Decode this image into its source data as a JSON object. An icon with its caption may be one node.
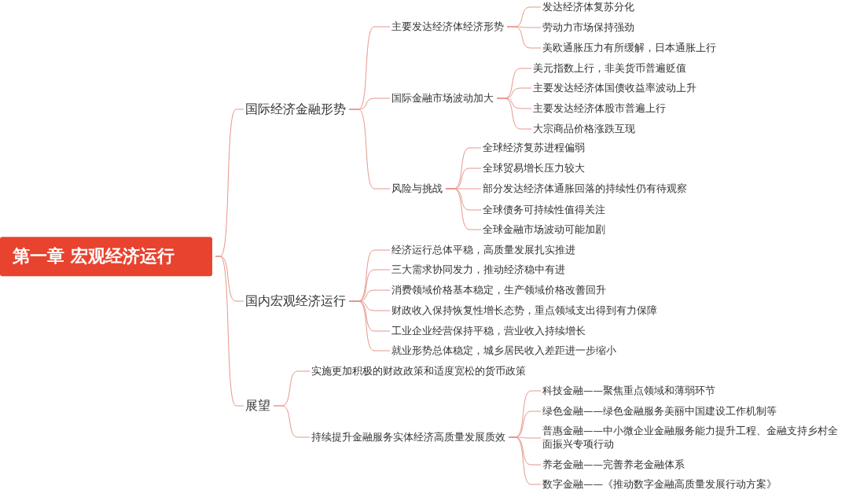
{
  "diagram": {
    "nodes": [
      {
        "text": [
          "第一章 宏观经济运行"
        ]
      },
      {
        "text": [
          "国际经济金融形势"
        ]
      },
      {
        "text": [
          "主要发达经济体经济形势"
        ]
      },
      {
        "text": [
          "发达经济体复苏分化"
        ]
      },
      {
        "text": [
          "劳动力市场保持强劲"
        ]
      },
      {
        "text": [
          "美欧通胀压力有所缓解，日本通胀上行"
        ]
      },
      {
        "text": [
          "国际金融市场波动加大"
        ]
      },
      {
        "text": [
          "美元指数上行，非美货币普遍贬值"
        ]
      },
      {
        "text": [
          "主要发达经济体国债收益率波动上升"
        ]
      },
      {
        "text": [
          "主要发达经济体股市普遍上行"
        ]
      },
      {
        "text": [
          "大宗商品价格涨跌互现"
        ]
      },
      {
        "text": [
          "风险与挑战"
        ]
      },
      {
        "text": [
          "全球经济复苏进程偏弱"
        ]
      },
      {
        "text": [
          "全球贸易增长压力较大"
        ]
      },
      {
        "text": [
          "部分发达经济体通胀回落的持续性仍有待观察"
        ]
      },
      {
        "text": [
          "全球债务可持续性值得关注"
        ]
      },
      {
        "text": [
          "全球金融市场波动可能加剧"
        ]
      },
      {
        "text": [
          "国内宏观经济运行"
        ]
      },
      {
        "text": [
          "经济运行总体平稳，高质量发展扎实推进"
        ]
      },
      {
        "text": [
          "三大需求协同发力，推动经济稳中有进"
        ]
      },
      {
        "text": [
          "消费领域价格基本稳定，生产领域价格改善回升"
        ]
      },
      {
        "text": [
          "财政收入保持恢复性增长态势，重点领域支出得到有力保障"
        ]
      },
      {
        "text": [
          "工业企业经营保持平稳，营业收入持续增长"
        ]
      },
      {
        "text": [
          "就业形势总体稳定，城乡居民收入差距进一步缩小"
        ]
      },
      {
        "text": [
          "展望"
        ]
      },
      {
        "text": [
          "实施更加积极的财政政策和适度宽松的货币政策"
        ]
      },
      {
        "text": [
          "持续提升金融服务实体经济高质量发展质效"
        ]
      },
      {
        "text": [
          "科技金融——聚焦重点领域和薄弱环节"
        ]
      },
      {
        "text": [
          "绿色金融——绿色金融服务美丽中国建设工作机制等"
        ]
      },
      {
        "text": [
          "普惠金融——中小微企业金融服务能力提升工程、金融支持乡村全面振兴专项行动"
        ]
      },
      {
        "text": [
          "养老金融——完善养老金融体系"
        ]
      },
      {
        "text": [
          "数字金融——《推动数字金融高质量发展行动方案》"
        ]
      }
    ],
    "edges": [
      {
        "from": 0,
        "to": 1,
        "arrow": "none"
      },
      {
        "from": 1,
        "to": 2,
        "arrow": "none"
      },
      {
        "from": 2,
        "to": 3,
        "arrow": "none"
      },
      {
        "from": 2,
        "to": 4,
        "arrow": "none"
      },
      {
        "from": 2,
        "to": 5,
        "arrow": "none"
      },
      {
        "from": 1,
        "to": 6,
        "arrow": "none"
      },
      {
        "from": 6,
        "to": 7,
        "arrow": "none"
      },
      {
        "from": 6,
        "to": 8,
        "arrow": "none"
      },
      {
        "from": 6,
        "to": 9,
        "arrow": "none"
      },
      {
        "from": 6,
        "to": 10,
        "arrow": "none"
      },
      {
        "from": 1,
        "to": 11,
        "arrow": "none"
      },
      {
        "from": 11,
        "to": 12,
        "arrow": "none"
      },
      {
        "from": 11,
        "to": 13,
        "arrow": "none"
      },
      {
        "from": 11,
        "to": 14,
        "arrow": "none"
      },
      {
        "from": 11,
        "to": 15,
        "arrow": "none"
      },
      {
        "from": 11,
        "to": 16,
        "arrow": "none"
      },
      {
        "from": 0,
        "to": 17,
        "arrow": "none"
      },
      {
        "from": 17,
        "to": 18,
        "arrow": "none"
      },
      {
        "from": 17,
        "to": 19,
        "arrow": "none"
      },
      {
        "from": 17,
        "to": 20,
        "arrow": "none"
      },
      {
        "from": 17,
        "to": 21,
        "arrow": "none"
      },
      {
        "from": 17,
        "to": 22,
        "arrow": "none"
      },
      {
        "from": 17,
        "to": 23,
        "arrow": "none"
      },
      {
        "from": 0,
        "to": 24,
        "arrow": "none"
      },
      {
        "from": 24,
        "to": 25,
        "arrow": "none"
      },
      {
        "from": 24,
        "to": 26,
        "arrow": "none"
      },
      {
        "from": 26,
        "to": 27,
        "arrow": "none"
      },
      {
        "from": 26,
        "to": 28,
        "arrow": "none"
      },
      {
        "from": 26,
        "to": 29,
        "arrow": "none"
      },
      {
        "from": 26,
        "to": 30,
        "arrow": "none"
      },
      {
        "from": 26,
        "to": 31,
        "arrow": "none"
      }
    ]
  }
}
